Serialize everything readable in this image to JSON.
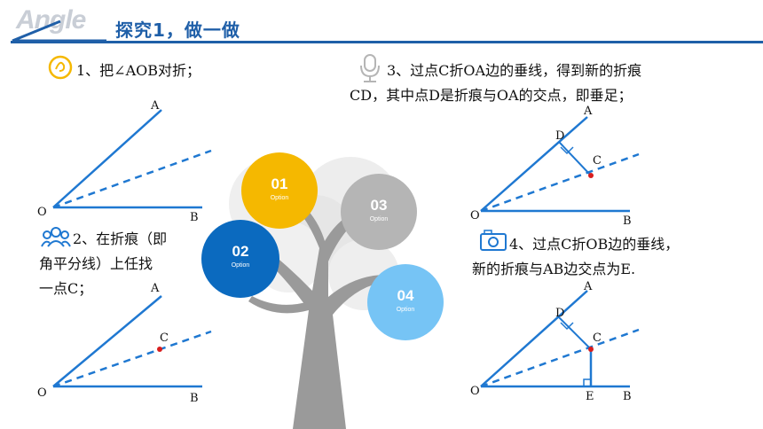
{
  "header": {
    "logo_text": "Angle",
    "title": "探究1，做一做"
  },
  "steps": {
    "s1": "1、把∠AOB对折；",
    "s2_line1": "2、在折痕（即",
    "s2_line2": "角平分线）上任找",
    "s2_line3": "一点C；",
    "s3_line1": "3、过点C折OA边的垂线，得到新的折痕",
    "s3_line2": "CD，其中点D是折痕与OA的交点，即垂足；",
    "s4_line1": "4、过点C折OB边的垂线，",
    "s4_line2": "新的折痕与AB边交点为E."
  },
  "labels": {
    "A": "A",
    "B": "B",
    "O": "O",
    "C": "C",
    "D": "D",
    "E": "E"
  },
  "options": [
    {
      "num": "01",
      "label": "Option",
      "color": "#f5b800"
    },
    {
      "num": "02",
      "label": "Option",
      "color": "#0b6abf"
    },
    {
      "num": "03",
      "label": "Option",
      "color": "#b5b5b5"
    },
    {
      "num": "04",
      "label": "Option",
      "color": "#76c4f5"
    }
  ],
  "colors": {
    "accent": "#1f5fa8",
    "line_blue": "#1f78d1",
    "point_red": "#d81e1e",
    "tree_gray": "#9a9a9a"
  },
  "icons": [
    "spiral-icon",
    "microphone-icon",
    "people-icon",
    "camera-icon"
  ]
}
